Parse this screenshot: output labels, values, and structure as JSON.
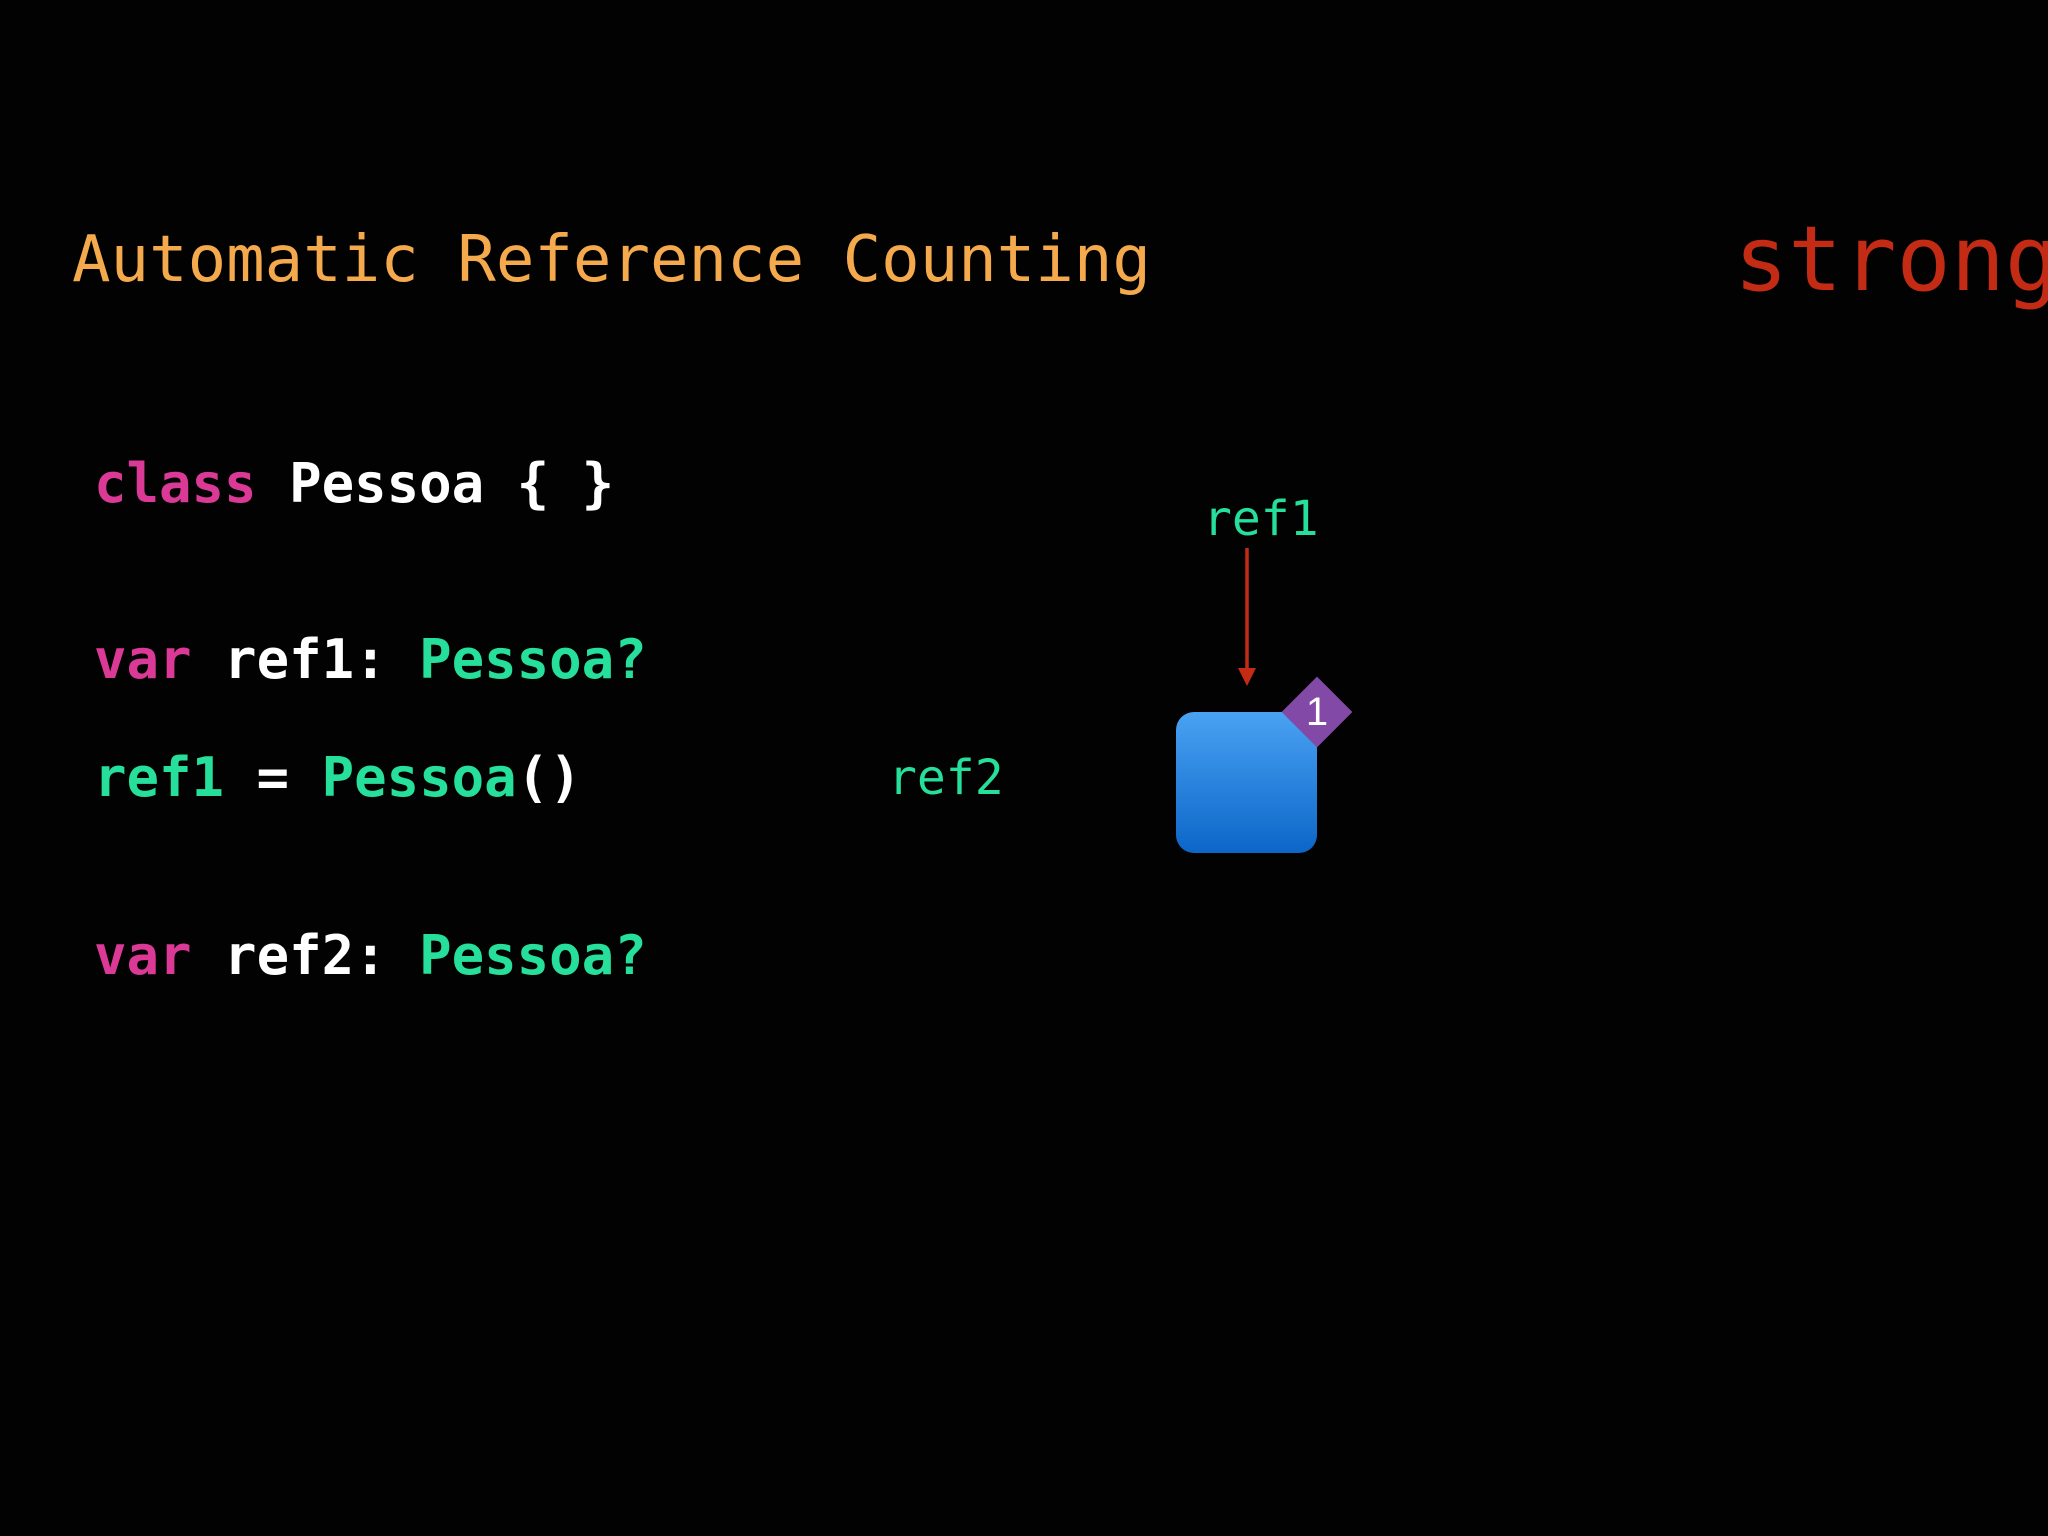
{
  "slide": {
    "title": "Automatic Reference Counting",
    "keyword_badge": "strong"
  },
  "code": {
    "line1": {
      "kw": "class",
      "rest": " Pessoa { }"
    },
    "line2": {
      "kw": "var",
      "name": " ref1: ",
      "type": "Pessoa?"
    },
    "line3": {
      "name": "ref1",
      "op": " = ",
      "type": "Pessoa",
      "paren": "()"
    },
    "line4": {
      "kw": "var",
      "name": " ref2: ",
      "type": "Pessoa?"
    }
  },
  "diagram": {
    "ref1_label": "ref1",
    "ref2_label": "ref2",
    "reference_count": "1",
    "object_icon": "pessoa-instance-square",
    "arrow_icon": "strong-reference-arrow"
  },
  "colors": {
    "background": "#030203",
    "title": "#f3a94c",
    "strong": "#c42b14",
    "keyword": "#da3a95",
    "type": "#25df9b",
    "plain": "#ffffff",
    "object_top": "#4aa2f2",
    "object_bottom": "#0b66c8",
    "count_badge": "#8249a6",
    "arrow": "#c42b14"
  }
}
